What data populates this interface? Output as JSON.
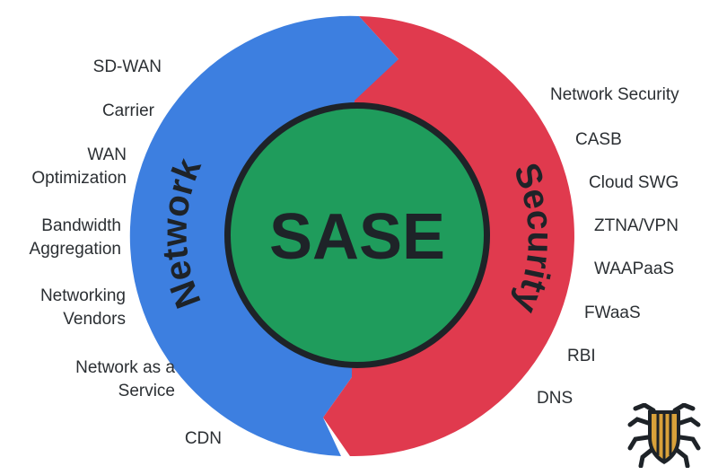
{
  "center": {
    "title": "SASE"
  },
  "ring": {
    "left_label": "Network",
    "right_label": "Security"
  },
  "network_items": [
    {
      "lines": [
        "SD-WAN"
      ]
    },
    {
      "lines": [
        "Carrier"
      ]
    },
    {
      "lines": [
        "WAN",
        "Optimization"
      ]
    },
    {
      "lines": [
        "Bandwidth",
        "Aggregation"
      ]
    },
    {
      "lines": [
        "Networking",
        "Vendors"
      ]
    },
    {
      "lines": [
        "Network as a",
        "Service"
      ]
    },
    {
      "lines": [
        "CDN"
      ]
    }
  ],
  "security_items": [
    {
      "lines": [
        "Network Security"
      ]
    },
    {
      "lines": [
        "CASB"
      ]
    },
    {
      "lines": [
        "Cloud SWG"
      ]
    },
    {
      "lines": [
        "ZTNA/VPN"
      ]
    },
    {
      "lines": [
        "WAAPaaS"
      ]
    },
    {
      "lines": [
        "FWaaS"
      ]
    },
    {
      "lines": [
        "RBI"
      ]
    },
    {
      "lines": [
        "DNS"
      ]
    }
  ],
  "colors": {
    "network": "#3d7fe0",
    "security": "#e03a4e",
    "center": "#1f9c5c",
    "text": "#2b2f33",
    "dark": "#1e2328",
    "logo": "#d9a13a"
  },
  "logo": {
    "icon": "shield-bug-logo"
  }
}
